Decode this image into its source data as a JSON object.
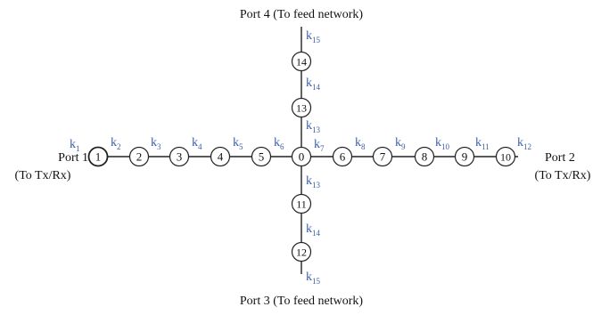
{
  "colors": {
    "line": "#222222",
    "coupling_label": "#3a5ea8",
    "text": "#111111"
  },
  "ports": {
    "port1": {
      "name": "Port 1",
      "note": "(To Tx/Rx)"
    },
    "port2": {
      "name": "Port 2",
      "note": "(To Tx/Rx)"
    },
    "port3": {
      "name": "Port 3 (To feed network)"
    },
    "port4": {
      "name": "Port 4 (To feed network)"
    }
  },
  "nodes": {
    "n0": "0",
    "n1": "1",
    "n2": "2",
    "n3": "3",
    "n4": "4",
    "n5": "5",
    "n6": "6",
    "n7": "7",
    "n8": "8",
    "n9": "9",
    "n10": "10",
    "n11": "11",
    "n12": "12",
    "n13": "13",
    "n14": "14"
  },
  "coupling": {
    "k1": {
      "base": "k",
      "sub": "1"
    },
    "k2": {
      "base": "k",
      "sub": "2"
    },
    "k3": {
      "base": "k",
      "sub": "3"
    },
    "k4": {
      "base": "k",
      "sub": "4"
    },
    "k5": {
      "base": "k",
      "sub": "5"
    },
    "k6": {
      "base": "k",
      "sub": "6"
    },
    "k7": {
      "base": "k",
      "sub": "7"
    },
    "k8": {
      "base": "k",
      "sub": "8"
    },
    "k9": {
      "base": "k",
      "sub": "9"
    },
    "k10": {
      "base": "k",
      "sub": "10"
    },
    "k11": {
      "base": "k",
      "sub": "11"
    },
    "k12": {
      "base": "k",
      "sub": "12"
    },
    "k13_top": {
      "base": "k",
      "sub": "13"
    },
    "k14_top": {
      "base": "k",
      "sub": "14"
    },
    "k15_top": {
      "base": "k",
      "sub": "15"
    },
    "k13_bottom": {
      "base": "k",
      "sub": "13"
    },
    "k14_bottom": {
      "base": "k",
      "sub": "14"
    },
    "k15_bottom": {
      "base": "k",
      "sub": "15"
    }
  }
}
